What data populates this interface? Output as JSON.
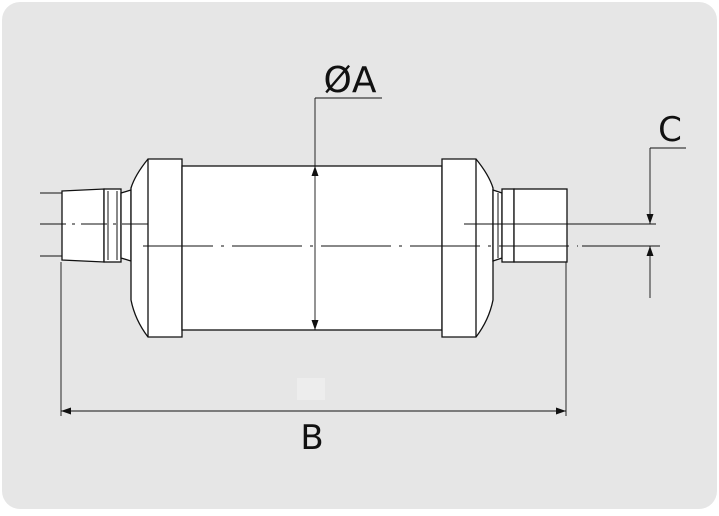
{
  "labels": {
    "diameter": "ØA",
    "length": "B",
    "offset": "C"
  },
  "colors": {
    "panel": "#e6e6e6",
    "body": "#ffffff",
    "stroke": "#111111"
  }
}
